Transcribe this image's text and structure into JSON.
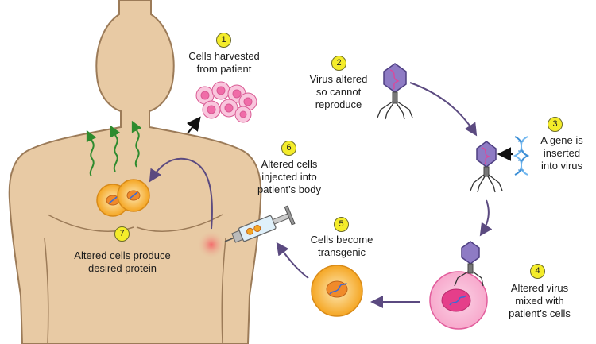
{
  "colors": {
    "skin": "#e8caa4",
    "skin_outline": "#9c7b58",
    "arrow": "#5b4a80",
    "protein": "#2e8b2e",
    "virus": "#8e7bc4",
    "cell_orange": "#f5a623",
    "cell_pink": "#f06ca8",
    "badge": "#f4ec2a"
  },
  "steps": [
    {
      "number": "1",
      "label": "Cells harvested\nfrom patient"
    },
    {
      "number": "2",
      "label": "Virus altered\nso cannot\nreproduce"
    },
    {
      "number": "3",
      "label": "A gene is\ninserted\ninto virus"
    },
    {
      "number": "4",
      "label": "Altered virus\nmixed with\npatient’s cells"
    },
    {
      "number": "5",
      "label": "Cells become\ntransgenic"
    },
    {
      "number": "6",
      "label": "Altered cells\ninjected into\npatient’s body"
    },
    {
      "number": "7",
      "label": "Altered cells produce\ndesired protein"
    }
  ]
}
